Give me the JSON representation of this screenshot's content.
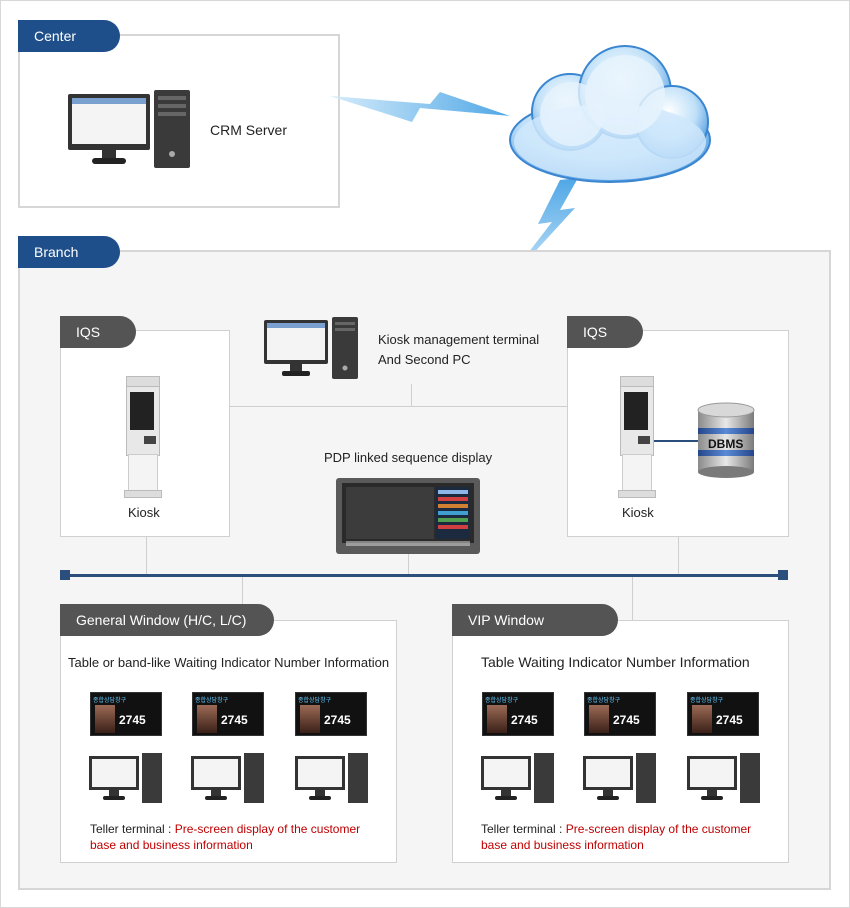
{
  "center": {
    "tab": "Center",
    "crm_label": "CRM Server"
  },
  "branch": {
    "tab": "Branch"
  },
  "iqs_left": {
    "tab": "IQS",
    "kiosk_label": "Kiosk"
  },
  "iqs_right": {
    "tab": "IQS",
    "kiosk_label": "Kiosk",
    "db_label": "DBMS"
  },
  "kiosk_mgmt": {
    "line1": "Kiosk management terminal",
    "line2": "And Second PC"
  },
  "pdp": {
    "label": "PDP linked sequence display"
  },
  "general": {
    "tab": "General Window (H/C, L/C)",
    "heading": "Table or band-like Waiting Indicator Number Information",
    "teller_prefix": "Teller terminal : ",
    "teller_red_line1": "Pre-screen display of the customer",
    "teller_red_line2": "base and business information"
  },
  "vip": {
    "tab": "VIP Window",
    "heading": "Table Waiting Indicator Number Information",
    "teller_prefix": "Teller terminal : ",
    "teller_red_line1": "Pre-screen display of the customer",
    "teller_red_line2": "base and business information"
  },
  "display": {
    "header": "종합상담창구",
    "number": "2745"
  },
  "colors": {
    "brand_blue": "#1f4f8a",
    "tab_dark": "#545454",
    "accent_red": "#c00000",
    "bus_line": "#2a4f7d"
  }
}
